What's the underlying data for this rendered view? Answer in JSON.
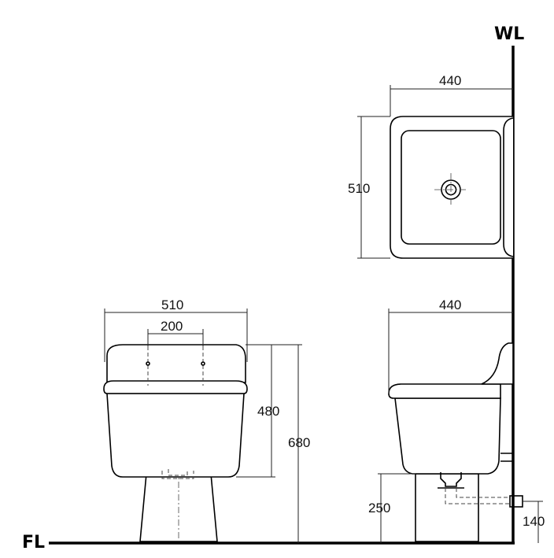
{
  "reference_lines": {
    "wall_label": "WL",
    "floor_label": "FL"
  },
  "top_view": {
    "width_dim": "440",
    "depth_dim": "510"
  },
  "front_view": {
    "width_dim": "510",
    "hole_spacing_dim": "200",
    "bowl_height_dim": "480",
    "total_height_dim": "680"
  },
  "side_view": {
    "depth_dim": "440",
    "pedestal_height_dim": "250",
    "outlet_height_dim": "140"
  }
}
